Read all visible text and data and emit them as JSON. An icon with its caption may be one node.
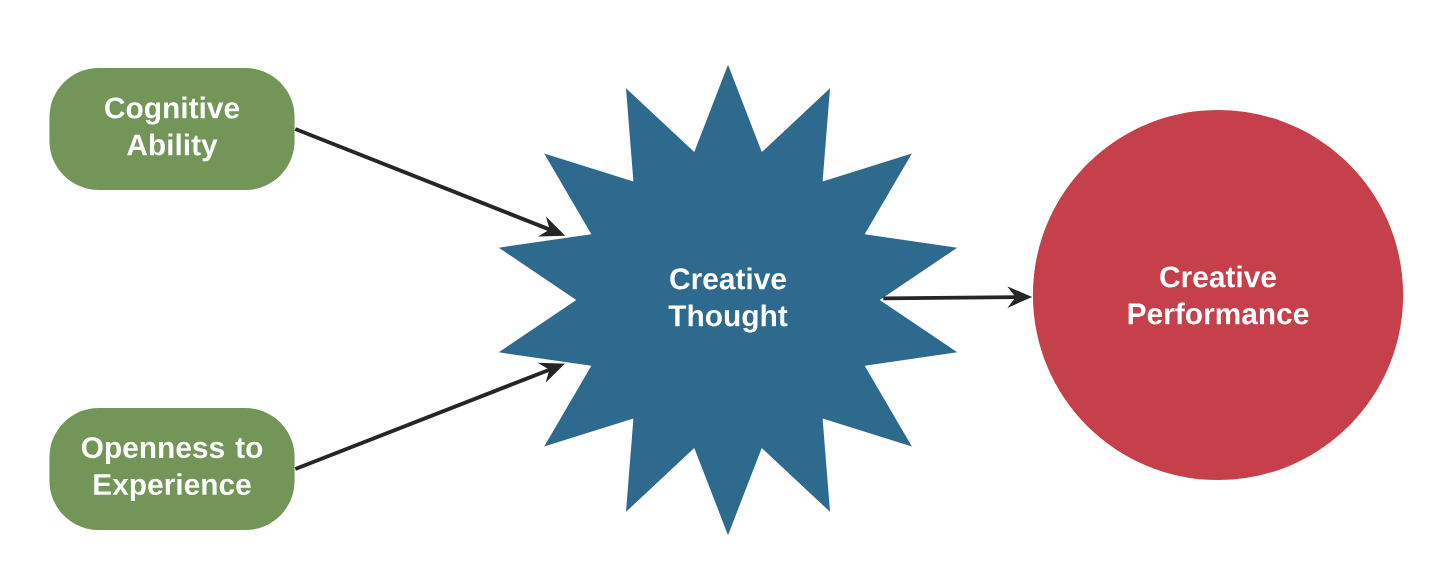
{
  "diagram": {
    "nodes": [
      {
        "text": [
          "Cognitive Ability"
        ]
      },
      {
        "text": [
          "Openness to Experience"
        ]
      },
      {
        "text": [
          "Creative Thought"
        ]
      },
      {
        "text": [
          "Creative Performance"
        ]
      }
    ],
    "edges": [
      {
        "from": 0,
        "to": 2,
        "arrow": "to"
      },
      {
        "from": 1,
        "to": 2,
        "arrow": "to"
      },
      {
        "from": 2,
        "to": 3,
        "arrow": "to"
      }
    ]
  }
}
